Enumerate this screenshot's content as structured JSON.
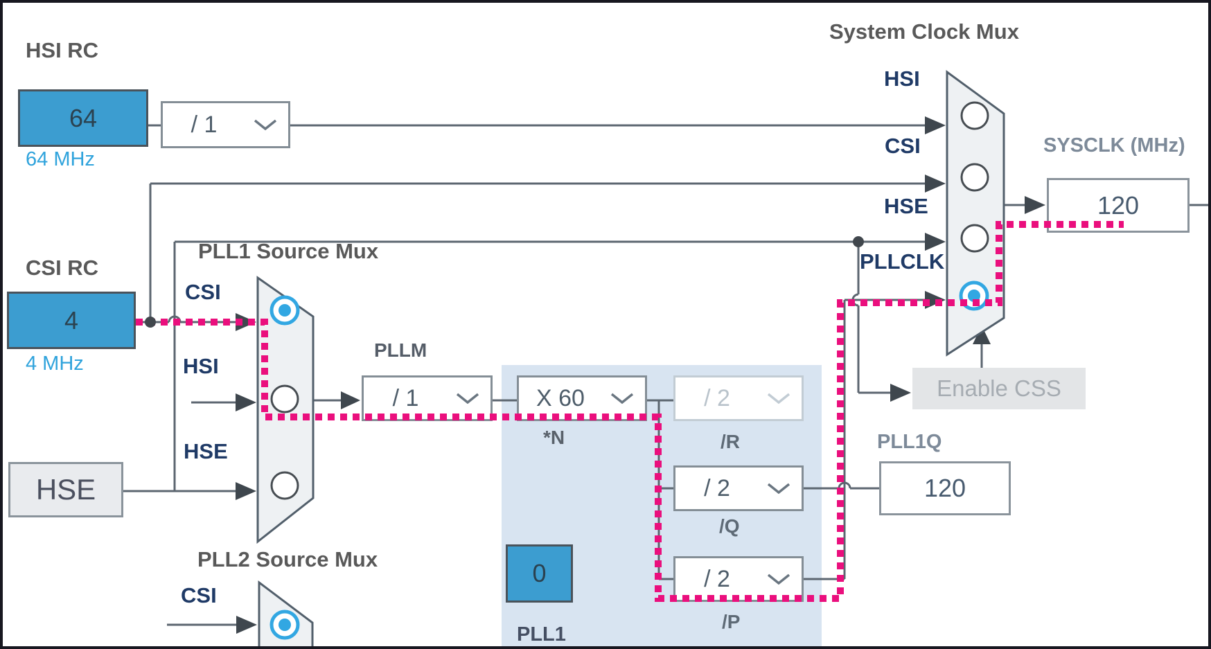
{
  "colors": {
    "accent_path": "#ea0f7d",
    "source_box_fill": "#3c9dd0",
    "panel_fill": "#d8e4f1",
    "mux_fill": "#eef1f3",
    "wire": "#5c6670",
    "selected_radio": "#32a7e2",
    "freq_text": "#2fa3dc"
  },
  "hsi": {
    "title": "HSI RC",
    "value": "64",
    "freq": "64 MHz",
    "divider_value": "/ 1"
  },
  "csi": {
    "title": "CSI RC",
    "value": "4",
    "freq": "4 MHz"
  },
  "hse": {
    "label": "HSE"
  },
  "system_clock_mux": {
    "title": "System Clock Mux",
    "input_hsi": "HSI",
    "input_csi": "CSI",
    "input_hse": "HSE",
    "input_pllclk": "PLLCLK",
    "selected": "PLLCLK"
  },
  "sysclk": {
    "label": "SYSCLK (MHz)",
    "value": "120"
  },
  "enable_css": {
    "label": "Enable CSS"
  },
  "pll1_source_mux": {
    "title": "PLL1 Source Mux",
    "input_csi": "CSI",
    "input_hsi": "HSI",
    "input_hse": "HSE",
    "selected": "CSI"
  },
  "pll2_source_mux": {
    "title": "PLL2 Source Mux",
    "input_csi": "CSI",
    "selected": "CSI"
  },
  "pllm": {
    "label": "PLLM",
    "value": "/ 1"
  },
  "pll1_block": {
    "name": "PLL1",
    "indicator": "0",
    "n_label": "*N",
    "n_value": "X 60",
    "r_label": "/R",
    "r_value": "/ 2",
    "r_enabled": false,
    "q_label": "/Q",
    "q_value": "/ 2",
    "q_enabled": true,
    "p_label": "/P",
    "p_value": "/ 2",
    "p_enabled": true
  },
  "pll1q": {
    "label": "PLL1Q",
    "value": "120"
  }
}
